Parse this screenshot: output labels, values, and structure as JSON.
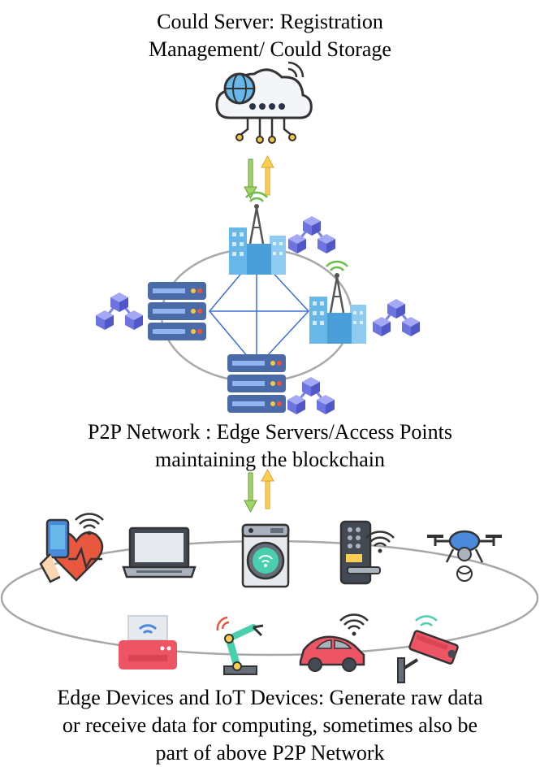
{
  "cloud": {
    "caption_line1": "Could Server: Registration",
    "caption_line2": "Management/ Could Storage",
    "icon": "cloud-network-icon"
  },
  "p2p": {
    "caption_line1": "P2P Network : Edge Servers/Access Points",
    "caption_line2": "maintaining the blockchain",
    "nodes": [
      "access-point-tower-icon",
      "server-rack-icon",
      "access-point-tower-icon",
      "server-rack-icon"
    ],
    "block_icon": "blockchain-cubes-icon"
  },
  "edge": {
    "caption_line1": "Edge Devices and IoT Devices: Generate raw data",
    "caption_line2": "or receive data for computing, sometimes also be",
    "caption_line3": "part of above P2P Network",
    "devices_top": [
      "smartphone-health-icon",
      "laptop-icon",
      "washing-machine-icon",
      "smart-door-lock-icon",
      "drone-icon"
    ],
    "devices_bottom": [
      "wifi-printer-icon",
      "robot-arm-icon",
      "connected-car-icon",
      "security-camera-icon"
    ]
  },
  "colors": {
    "down_arrow": "#8cc152",
    "up_arrow": "#f6c544",
    "ring": "#a8a8a8",
    "mesh": "#3b6fd8",
    "cube": "#7b83eb",
    "server": "#4a6aa8",
    "building": "#67b7e8"
  }
}
